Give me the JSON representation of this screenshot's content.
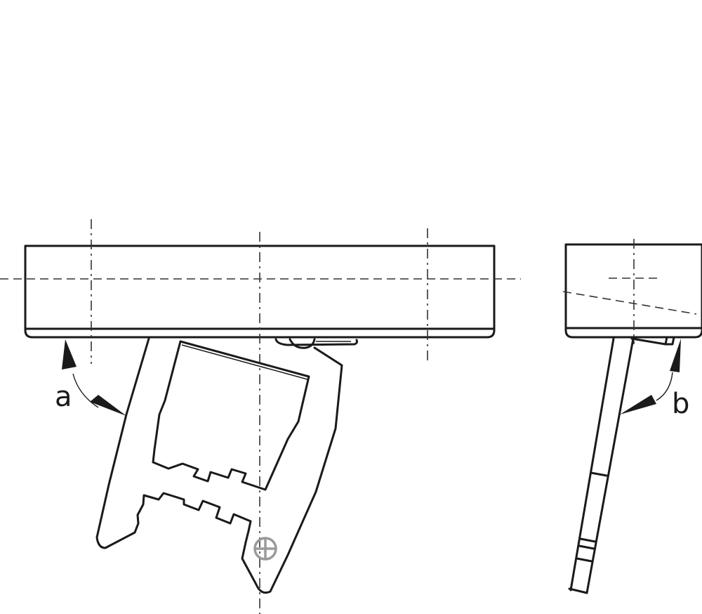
{
  "diagram": {
    "type": "technical-line-drawing",
    "views": [
      {
        "name": "front-view",
        "description": "Rectangular housing with a pivoting bracket folded down at angle a"
      },
      {
        "name": "side-view",
        "description": "Rectangular housing end view with strap pivoted down at angle b"
      }
    ],
    "labels": {
      "angle_a": "a",
      "angle_b": "b"
    },
    "colors": {
      "line": "#1a1a1a",
      "centerline": "#333333",
      "screw_symbol": "#9a9a9a",
      "background": "#ffffff"
    }
  }
}
